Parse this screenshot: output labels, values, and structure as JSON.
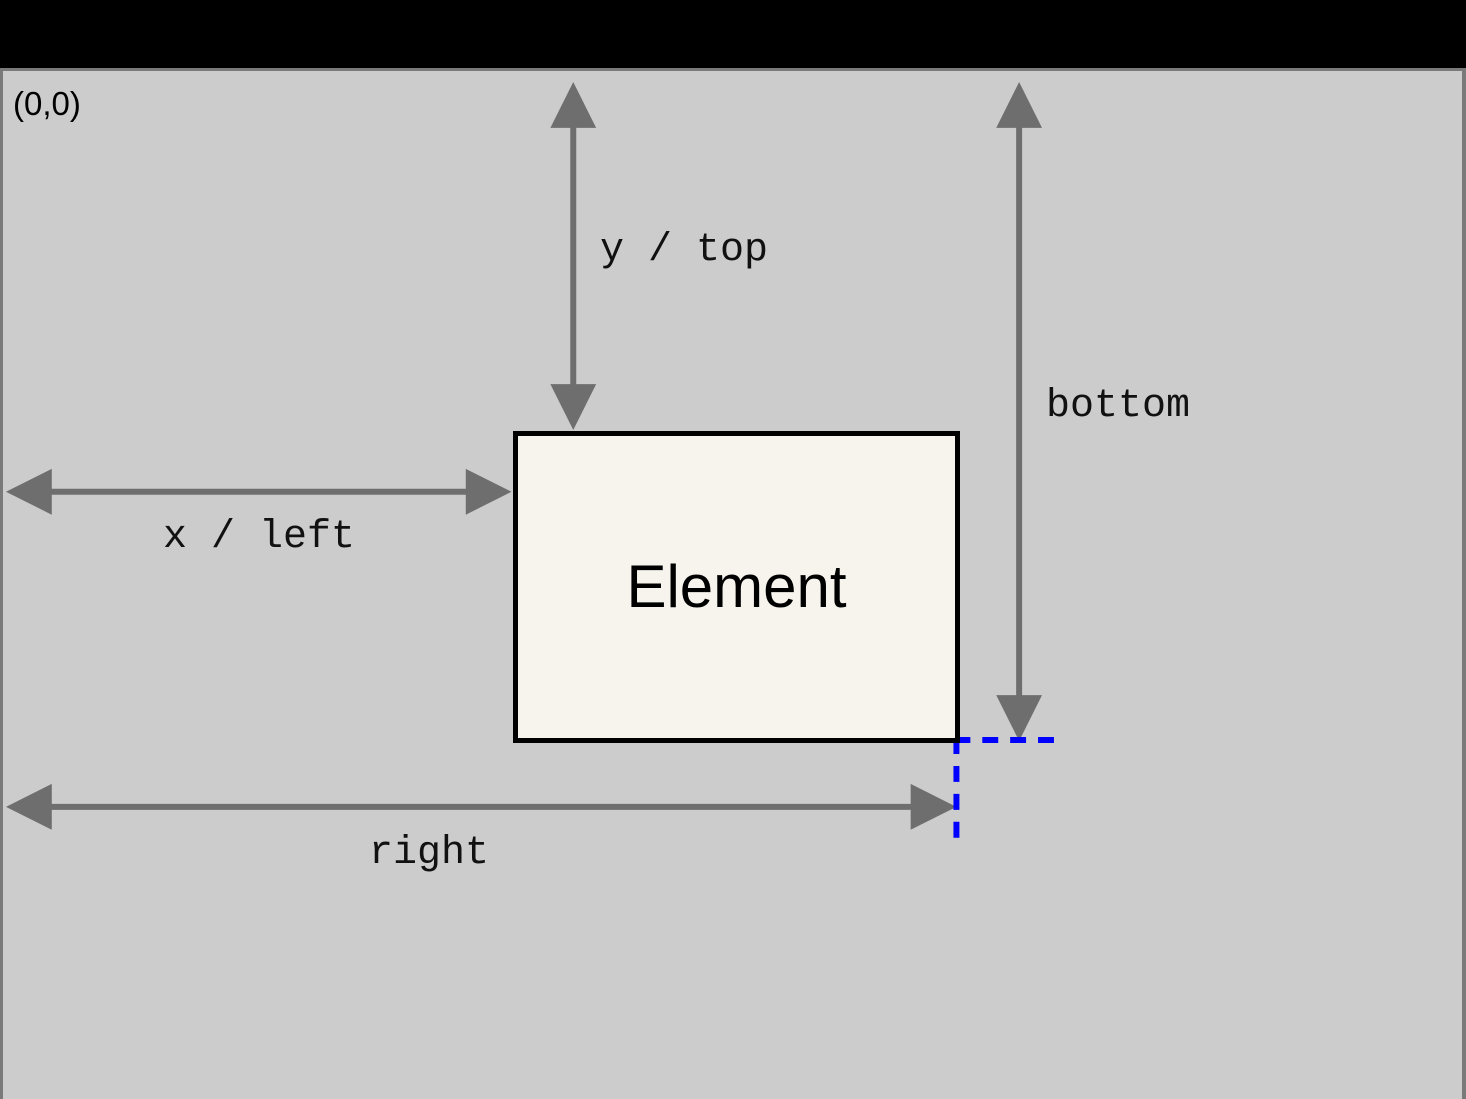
{
  "diagram": {
    "title": "Element box model coordinate diagram",
    "origin_label": "(0,0)",
    "element_label": "Element",
    "measurements": [
      {
        "id": "y-top",
        "label": "y / top",
        "orientation": "vertical",
        "from": "viewport-top",
        "to": "element-top"
      },
      {
        "id": "x-left",
        "label": "x / left",
        "orientation": "horizontal",
        "from": "viewport-left",
        "to": "element-left"
      },
      {
        "id": "bottom",
        "label": "bottom",
        "orientation": "vertical",
        "from": "viewport-top",
        "to": "element-bottom"
      },
      {
        "id": "right",
        "label": "right",
        "orientation": "horizontal",
        "from": "viewport-left",
        "to": "element-right"
      }
    ],
    "colors": {
      "canvas_background": "#cccccc",
      "letterbox": "#000000",
      "canvas_border": "#7a7a7a",
      "arrow": "#6e6e6e",
      "element_fill": "#f7f4ee",
      "element_border": "#000000",
      "guide_dashed": "#0000ff",
      "text": "#000000"
    },
    "guides": [
      {
        "id": "bottom-edge-guide",
        "orientation": "horizontal",
        "style": "dashed",
        "color": "#0000ff"
      },
      {
        "id": "right-edge-guide",
        "orientation": "vertical",
        "style": "dashed",
        "color": "#0000ff"
      }
    ]
  }
}
